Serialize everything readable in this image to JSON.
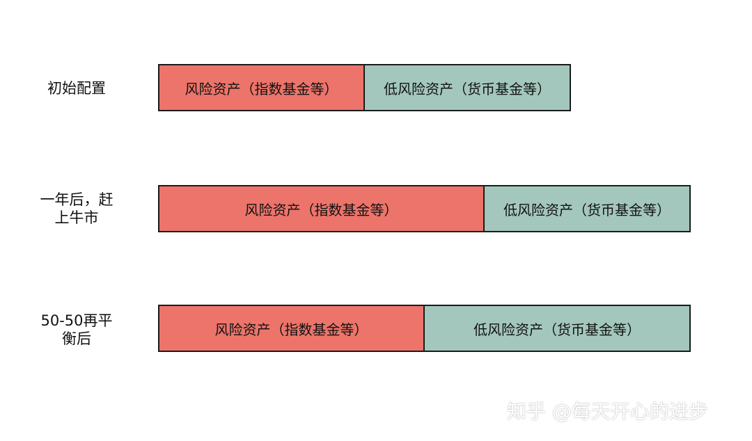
{
  "colors": {
    "risk": "#ec746a",
    "low_risk": "#a3c7bc",
    "border": "#1a1a1a"
  },
  "rows": [
    {
      "label_lines": [
        "初始配置"
      ],
      "risk": {
        "label": "风险资产（指数基金等）",
        "share": 0.5
      },
      "low_risk": {
        "label": "低风险资产（货币基金等）",
        "share": 0.5
      }
    },
    {
      "label_lines": [
        "一年后，赶",
        "上牛市"
      ],
      "risk": {
        "label": "风险资产（指数基金等）",
        "share": 0.614
      },
      "low_risk": {
        "label": "低风险资产（货币基金等）",
        "share": 0.386
      }
    },
    {
      "label_lines": [
        "50-50再平",
        "衡后"
      ],
      "risk": {
        "label": "风险资产（指数基金等）",
        "share": 0.5
      },
      "low_risk": {
        "label": "低风险资产（货币基金等）",
        "share": 0.5
      }
    }
  ],
  "watermark": "知乎 @每天开心的进步"
}
